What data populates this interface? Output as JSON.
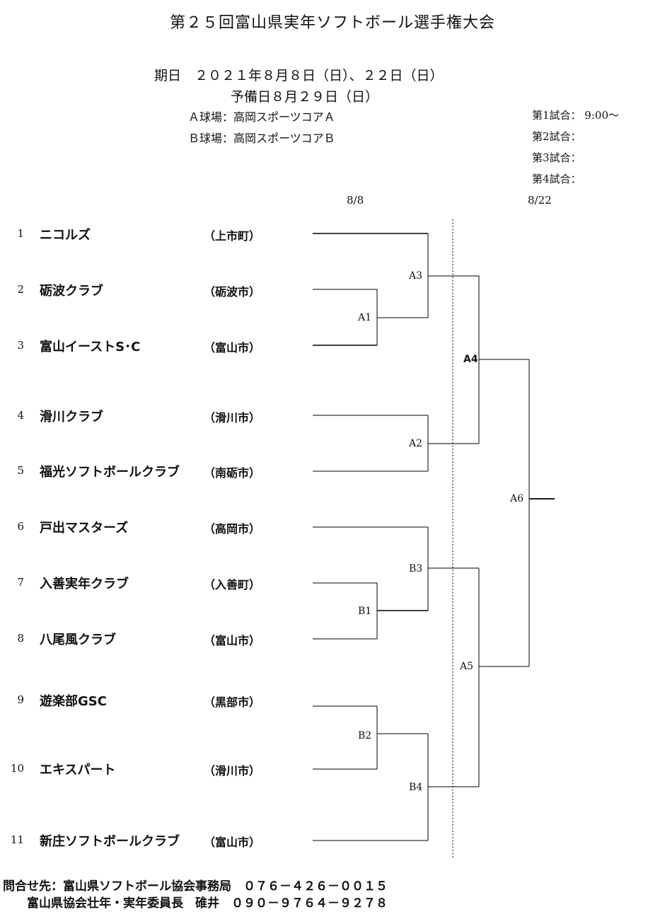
{
  "title": "第２５回富山県実年ソフトボール選手権大会",
  "schedule": {
    "dates_line": "期日　２０２１年８月８日（日）、２２日（日）",
    "reserve_line": "予備日８月２９日（日）",
    "field_a": "Ａ球場：高岡スポーツコアＡ",
    "field_b": "Ｂ球場：高岡スポーツコアＢ",
    "games": [
      "第1試合： 9:00～",
      "第2試合：",
      "第3試合：",
      "第4試合："
    ]
  },
  "round_dates": [
    "8/8",
    "8/22"
  ],
  "teams": [
    {
      "no": "1",
      "name": "ニコルズ",
      "city": "（上市町）"
    },
    {
      "no": "2",
      "name": "砺波クラブ",
      "city": "（砺波市）"
    },
    {
      "no": "3",
      "name": "富山イーストS･C",
      "city": "（富山市）"
    },
    {
      "no": "4",
      "name": "滑川クラブ",
      "city": "（滑川市）"
    },
    {
      "no": "5",
      "name": "福光ソフトボールクラブ",
      "city": "（南砺市）"
    },
    {
      "no": "6",
      "name": "戸出マスターズ",
      "city": "（高岡市）"
    },
    {
      "no": "7",
      "name": "入善実年クラブ",
      "city": "（入善町）"
    },
    {
      "no": "8",
      "name": "八尾風クラブ",
      "city": "（富山市）"
    },
    {
      "no": "9",
      "name": "遊楽部GSC",
      "city": "（黒部市）"
    },
    {
      "no": "10",
      "name": "エキスパート",
      "city": "（滑川市）"
    },
    {
      "no": "11",
      "name": "新庄ソフトボールクラブ",
      "city": "（富山市）"
    }
  ],
  "matches": {
    "A1": "A1",
    "A2": "A2",
    "A3": "A3",
    "A4": "A4",
    "A5": "A5",
    "A6": "A6",
    "B1": "B1",
    "B2": "B2",
    "B3": "B3",
    "B4": "B4"
  },
  "contact": {
    "line1": "問合せ先：富山県ソフトボール協会事務局　０７６－４２６－００１５",
    "line2": "富山県協会壮年・実年委員長　碓井　０９０－９７６４－９２７８"
  }
}
